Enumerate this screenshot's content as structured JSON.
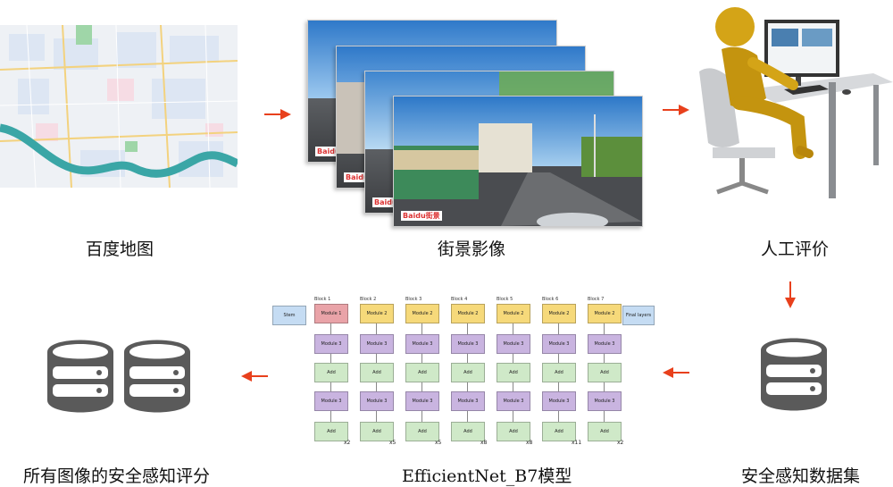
{
  "captions": {
    "baidu_map": "百度地图",
    "street_view": "街景影像",
    "human_eval": "人工评价",
    "safety_dataset": "安全感知数据集",
    "model": "EfficientNet_B7模型",
    "all_scores": "所有图像的安全感知评分"
  },
  "network": {
    "stem": "Stem",
    "final": "Final layers",
    "blocks": [
      {
        "name": "Block 1",
        "top": "Module 1",
        "mid": "Module 3",
        "add": "Add",
        "mid2": "Module 3",
        "add2": "Add",
        "mult": "x2"
      },
      {
        "name": "Block 2",
        "top": "Module 2",
        "mid": "Module 3",
        "add": "Add",
        "mid2": "Module 3",
        "add2": "Add",
        "mult": "x5"
      },
      {
        "name": "Block 3",
        "top": "Module 2",
        "mid": "Module 3",
        "add": "Add",
        "mid2": "Module 3",
        "add2": "Add",
        "mult": "x5"
      },
      {
        "name": "Block 4",
        "top": "Module 2",
        "mid": "Module 3",
        "add": "Add",
        "mid2": "Module 3",
        "add2": "Add",
        "mult": "x8"
      },
      {
        "name": "Block 5",
        "top": "Module 2",
        "mid": "Module 3",
        "add": "Add",
        "mid2": "Module 3",
        "add2": "Add",
        "mult": "x8"
      },
      {
        "name": "Block 6",
        "top": "Module 2",
        "mid": "Module 3",
        "add": "Add",
        "mid2": "Module 3",
        "add2": "Add",
        "mult": "x11"
      },
      {
        "name": "Block 7",
        "top": "Module 2",
        "mid": "Module 3",
        "add": "Add",
        "mid2": "Module 3",
        "add2": "Add",
        "mult": "x2"
      }
    ]
  },
  "street_logo": "Baidu街景",
  "colors": {
    "arrow": "#e8401c",
    "database": "#5a5a5a",
    "river": "#3aa6a6",
    "figure": "#d4a417"
  },
  "icons": [
    "map-image",
    "street-photo",
    "person-at-computer-icon",
    "database-icon",
    "arrow-icon"
  ]
}
